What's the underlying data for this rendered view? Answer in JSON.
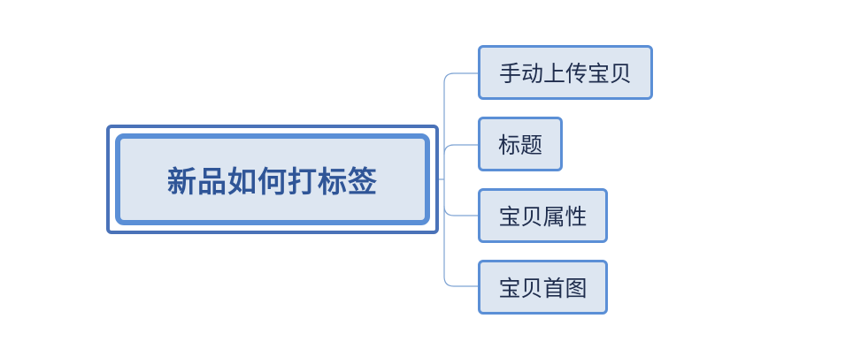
{
  "diagram": {
    "type": "mind-map",
    "root": {
      "label": "新品如何打标签"
    },
    "branches": [
      {
        "label": "手动上传宝贝"
      },
      {
        "label": "标题"
      },
      {
        "label": "宝贝属性"
      },
      {
        "label": "宝贝首图"
      }
    ],
    "colors": {
      "root_outer_border": "#4a72b8",
      "root_inner_border": "#5b8fd6",
      "root_fill": "#dde6f1",
      "root_text": "#2f5597",
      "branch_border": "#5b8fd6",
      "branch_fill": "#dde6f1",
      "branch_text": "#1f2d4d",
      "connector": "#7ea3d3"
    }
  }
}
